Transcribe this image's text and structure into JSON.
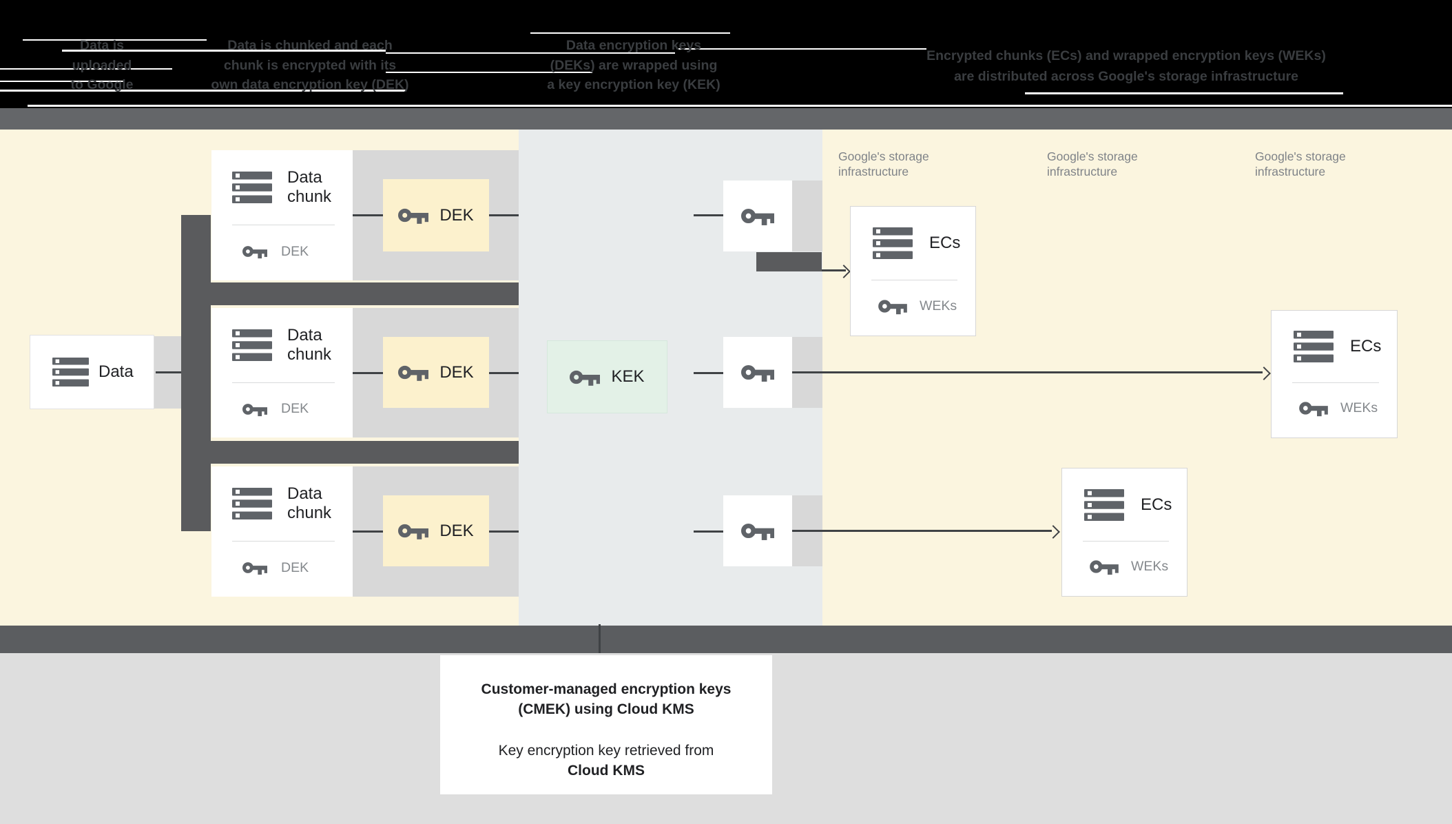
{
  "steps": [
    {
      "lines": [
        "Data is",
        "uploaded",
        "to Google"
      ]
    },
    {
      "lines": [
        "Data is chunked and each",
        "chunk is encrypted with its",
        "own data encryption key (DEK)"
      ]
    },
    {
      "lines": [
        "Data encryption keys",
        "(DEKs) are wrapped using",
        "a key encryption key (KEK)"
      ]
    },
    {
      "lines": [
        "Encrypted chunks (ECs) and wrapped encryption keys (WEKs)",
        "are distributed across Google's storage infrastructure"
      ]
    }
  ],
  "storage_labels": [
    {
      "text": "Google's storage infrastructure"
    },
    {
      "text": "Google's storage infrastructure"
    },
    {
      "text": "Google's storage infrastructure"
    }
  ],
  "boxes": {
    "data": {
      "label": "Data"
    },
    "chunks": [
      {
        "title": "Data chunk",
        "key_label": "DEK"
      },
      {
        "title": "Data chunk",
        "key_label": "DEK"
      },
      {
        "title": "Data chunk",
        "key_label": "DEK"
      }
    ],
    "deks": [
      {
        "label": "DEK"
      },
      {
        "label": "DEK"
      },
      {
        "label": "DEK"
      }
    ],
    "kek": {
      "label": "KEK"
    },
    "ecs": [
      {
        "title": "ECs",
        "key_label": "WEKs"
      },
      {
        "title": "ECs",
        "key_label": "WEKs"
      },
      {
        "title": "ECs",
        "key_label": "WEKs"
      }
    ]
  },
  "footer": {
    "line1": "Customer-managed encryption keys",
    "line2": "(CMEK) using Cloud KMS",
    "line3": "Key encryption key retrieved from",
    "line4": "Cloud KMS"
  },
  "colors": {
    "panel_yellow": "#fbf5df",
    "panel_bluegray": "#e8ebec",
    "dek_cream": "#fcf1cd",
    "kek_green": "#e3f1e7",
    "dark_gray": "#5a5b5d",
    "light_gray": "#d8d8d8",
    "line": "#3f4245",
    "text_dark": "#202124",
    "text_gray": "#84888c"
  }
}
